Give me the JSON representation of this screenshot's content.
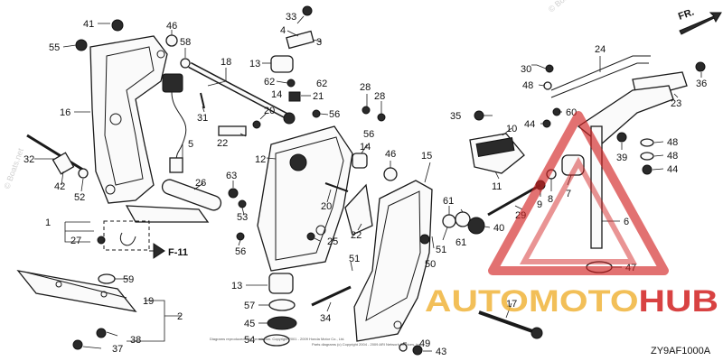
{
  "diagram": {
    "code": "ZY9AF1000A",
    "direction_label": "FR.",
    "ref_label": "F-11",
    "copyright_lines": [
      "Diagrams reproduced with permission. Copyright 2001 - 2009 Honda Motor Co., Ltd.",
      "Parts diagrams (c) Copyright 2004 - 2009 ARI Network Services, Inc."
    ],
    "corner_watermark": "© Boats.net",
    "watermark": {
      "text_a": "AUTO",
      "text_b": "MOTO",
      "text_c": "HUB",
      "color_a": "#f0b43c",
      "color_b": "#d22222"
    },
    "callouts": [
      "1",
      "2",
      "3",
      "4",
      "5",
      "6",
      "7",
      "8",
      "9",
      "10",
      "11",
      "12",
      "13",
      "14",
      "15",
      "16",
      "17",
      "18",
      "19",
      "20",
      "21",
      "22",
      "23",
      "24",
      "25",
      "26",
      "27",
      "28",
      "29",
      "30",
      "31",
      "32",
      "33",
      "34",
      "35",
      "36",
      "37",
      "38",
      "39",
      "40",
      "41",
      "42",
      "43",
      "44",
      "45",
      "46",
      "47",
      "48",
      "49",
      "50",
      "51",
      "52",
      "53",
      "54",
      "55",
      "56",
      "57",
      "58",
      "59",
      "60",
      "61",
      "62",
      "63"
    ]
  }
}
